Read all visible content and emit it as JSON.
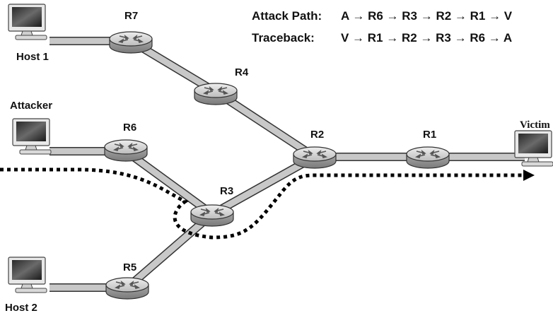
{
  "legend": {
    "attack_label": "Attack Path:",
    "attack_path": "A → R6 → R3 → R2 → R1 → V",
    "traceback_label": "Traceback:",
    "traceback_path": "V → R1 → R2 → R3 → R6 → A"
  },
  "nodes": {
    "routers": {
      "r7": "R7",
      "r4": "R4",
      "r6": "R6",
      "r3": "R3",
      "r2": "R2",
      "r1": "R1",
      "r5": "R5"
    },
    "hosts": {
      "host1": "Host 1",
      "attacker": "Attacker",
      "host2": "Host 2",
      "victim": "Victim"
    }
  },
  "colors": {
    "link_fill": "#c8c8c8",
    "link_edge": "#333333",
    "router_top": "#dcdcdc",
    "router_side": "#9a9a9a",
    "path_dots": "#000000"
  },
  "icons": {
    "router": "router-icon",
    "computer": "desktop-computer-icon",
    "arrow": "arrowhead-icon"
  }
}
